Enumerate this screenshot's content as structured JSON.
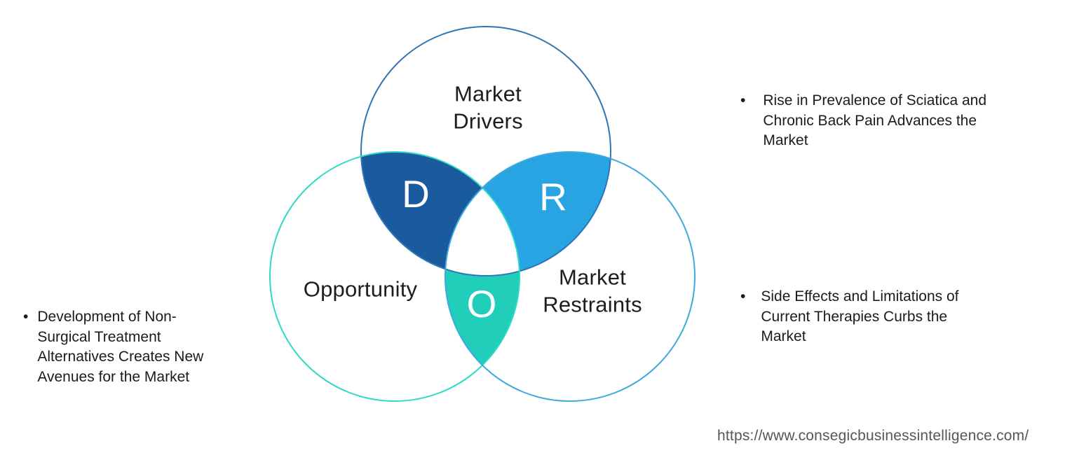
{
  "diagram": {
    "drivers": {
      "label": "Market\nDrivers",
      "letter": "D"
    },
    "opportunity": {
      "label": "Opportunity",
      "letter": "O"
    },
    "restraints": {
      "label": "Market\nRestraints",
      "letter": "R"
    }
  },
  "colors": {
    "drivers_opportunity_overlap_fill": "#1A5A9E",
    "drivers_restraints_overlap_fill": "#29A4E2",
    "opportunity_restraints_overlap_fill": "#20CEB9",
    "triple_overlap_fill": "#FFFFFF",
    "drivers_ring_stroke": "#2E75B6",
    "opportunity_ring_stroke": "#2FD9C6",
    "restraints_ring_stroke": "#3EA9DD",
    "text_color": "#1D1D1D",
    "url_color": "#54565A"
  },
  "bullets": {
    "marker": "•",
    "opportunity_note": "Development of Non-\nSurgical Treatment\nAlternatives Creates New\nAvenues for the Market",
    "drivers_note": "Rise in Prevalence of Sciatica and\nChronic Back Pain Advances the\nMarket",
    "restraints_note": "Side Effects and Limitations of\nCurrent Therapies Curbs the\nMarket"
  },
  "footer": {
    "url": "https://www.consegicbusinessintelligence.com/"
  }
}
